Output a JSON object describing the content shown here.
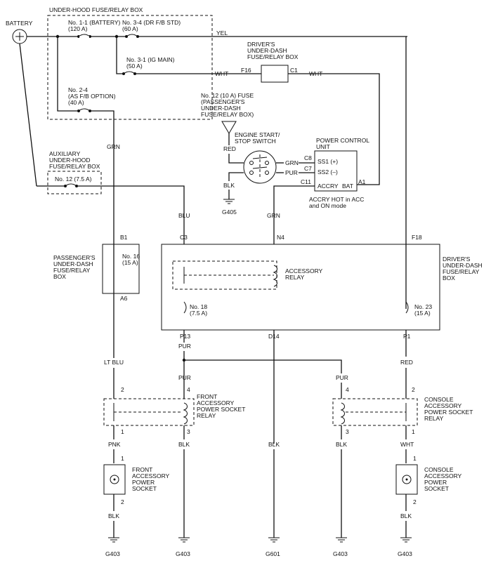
{
  "labels": {
    "battery": "BATTERY",
    "underhood_box": "UNDER-HOOD FUSE/RELAY BOX",
    "fuse_1_1_a": "No. 1-1 (BATTERY)",
    "fuse_1_1_b": "(120 A)",
    "fuse_3_4_a": "No. 3-4 (DR F/B STD)",
    "fuse_3_4_b": "(60 A)",
    "fuse_3_1_a": "No. 3-1 (IG MAIN)",
    "fuse_3_1_b": "(50 A)",
    "fuse_2_4_a": "No. 2-4",
    "fuse_2_4_b": "(AS F/B OPTION)",
    "fuse_2_4_c": "(40 A)",
    "yel": "YEL",
    "drv_ud_box_top_1": "DRIVER'S",
    "drv_ud_box_top_2": "UNDER-DASH",
    "drv_ud_box_top_3": "FUSE/RELAY BOX",
    "f16": "F16",
    "c1": "C1",
    "wht_1": "WHT",
    "wht_2": "WHT",
    "fuse12_a": "No. 12 (10 A) FUSE",
    "fuse12_b": "(PASSENGER'S",
    "fuse12_c": "UNDER-DASH",
    "fuse12_d": "FUSE/RELAY BOX)",
    "engine_sw_a": "ENGINE START/",
    "engine_sw_b": "STOP SWITCH",
    "red_sw": "RED",
    "grn_sw": "GRN",
    "pur_sw": "PUR",
    "blk_sw": "BLK",
    "g405": "G405",
    "pcu_a": "POWER CONTROL",
    "pcu_b": "UNIT",
    "c8": "C8",
    "c7": "C7",
    "c11": "C11",
    "a1": "A1",
    "ss1": "SS1 (+)",
    "ss2": "SS2 (–)",
    "accry": "ACCRY",
    "bat": "BAT",
    "accry_note_a": "ACCRY HOT in ACC",
    "accry_note_b": "and ON mode",
    "grn_1": "GRN",
    "grn_2": "GRN",
    "aux_a": "AUXILIARY",
    "aux_b": "UNDER-HOOD",
    "aux_c": "FUSE/RELAY BOX",
    "fuse_aux12": "No. 12 (7.5 A)",
    "blu": "BLU",
    "b1": "B1",
    "c3": "C3",
    "n4": "N4",
    "f18": "F18",
    "pass_box_a": "PASSENGER'S",
    "pass_box_b": "UNDER-DASH",
    "pass_box_c": "FUSE/RELAY",
    "pass_box_d": "BOX",
    "fuse16_a": "No. 16",
    "fuse16_b": "(15 A)",
    "a6": "A6",
    "acc_relay_a": "ACCESSORY",
    "acc_relay_b": "RELAY",
    "fuse18_a": "No. 18",
    "fuse18_b": "(7.5 A)",
    "fuse23_a": "No. 23",
    "fuse23_b": "(15 A)",
    "drv_box_r_a": "DRIVER'S",
    "drv_box_r_b": "UNDER-DASH",
    "drv_box_r_c": "FUSE/RELAY",
    "drv_box_r_d": "BOX",
    "p13": "P13",
    "d14": "D14",
    "p1": "P1",
    "pur_1": "PUR",
    "pur_2": "PUR",
    "pur_3": "PUR",
    "lt_blu": "LT BLU",
    "red": "RED",
    "pin2_l": "2",
    "pin4_l": "4",
    "pin1_l": "1",
    "pin3_l": "3",
    "pin4_r": "4",
    "pin2_r": "2",
    "pin3_r": "3",
    "pin1_r": "1",
    "front_relay_a": "FRONT",
    "front_relay_b": "ACCESSORY",
    "front_relay_c": "POWER SOCKET",
    "front_relay_d": "RELAY",
    "console_relay_a": "CONSOLE",
    "console_relay_b": "ACCESSORY",
    "console_relay_c": "POWER SOCKET",
    "console_relay_d": "RELAY",
    "pnk": "PNK",
    "blk_1": "BLK",
    "blk_2": "BLK",
    "blk_3": "BLK",
    "wht_3": "WHT",
    "sock_l_pin1": "1",
    "sock_l_pin2": "2",
    "sock_r_pin1": "1",
    "sock_r_pin2": "2",
    "front_sock_a": "FRONT",
    "front_sock_b": "ACCESSORY",
    "front_sock_c": "POWER",
    "front_sock_d": "SOCKET",
    "console_sock_a": "CONSOLE",
    "console_sock_b": "ACCESSORY",
    "console_sock_c": "POWER",
    "console_sock_d": "SOCKET",
    "blk_4": "BLK",
    "blk_5": "BLK",
    "g403_1": "G403",
    "g403_2": "G403",
    "g601": "G601",
    "g403_3": "G403",
    "g403_4": "G403"
  }
}
